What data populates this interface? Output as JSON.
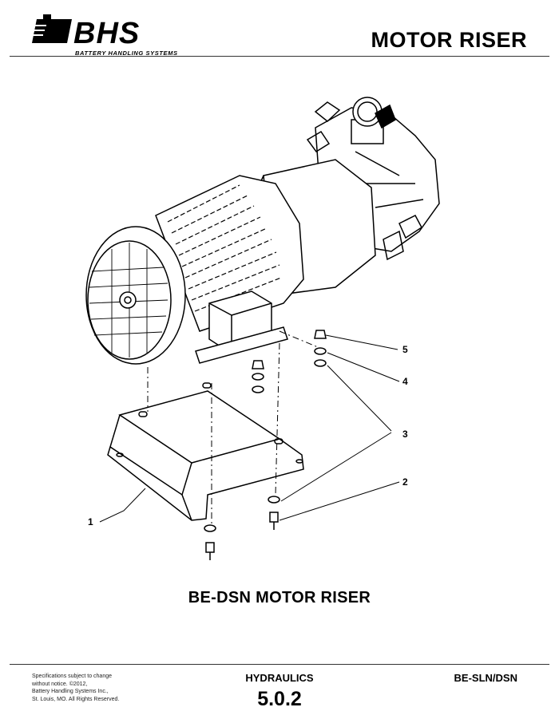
{
  "header": {
    "logo_text": "BHS",
    "logo_subtitle": "BATTERY HANDLING SYSTEMS",
    "page_title": "MOTOR RISER"
  },
  "drawing": {
    "caption": "BE-DSN MOTOR RISER",
    "callouts": [
      "1",
      "2",
      "3",
      "4",
      "5"
    ]
  },
  "footer": {
    "note_lines": [
      "Specifications subject to change",
      "without notice. ©2012,",
      "Battery Handling Systems Inc.,",
      "St. Louis, MO. All Rights Reserved."
    ],
    "section": "HYDRAULICS",
    "section_number": "5.0.2",
    "model": "BE-SLN/DSN"
  }
}
